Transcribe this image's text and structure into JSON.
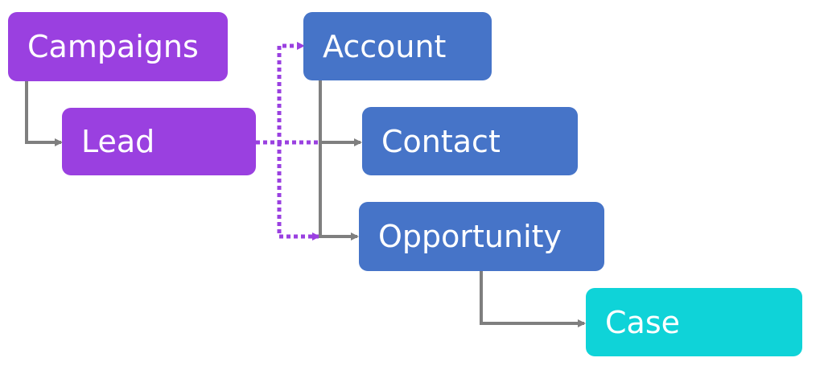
{
  "colors": {
    "purple": "#9a40e0",
    "blue": "#4674c8",
    "cyan": "#0fd3d8",
    "connector_gray": "#7f7f7f",
    "connector_purple": "#9a40e0"
  },
  "nodes": {
    "campaigns": {
      "label": "Campaigns",
      "color": "purple"
    },
    "lead": {
      "label": "Lead",
      "color": "purple"
    },
    "account": {
      "label": "Account",
      "color": "blue"
    },
    "contact": {
      "label": "Contact",
      "color": "blue"
    },
    "opportunity": {
      "label": "Opportunity",
      "color": "blue"
    },
    "case": {
      "label": "Case",
      "color": "cyan"
    }
  },
  "edges": [
    {
      "from": "campaigns",
      "to": "lead",
      "style": "solid"
    },
    {
      "from": "account",
      "to": "contact",
      "style": "solid"
    },
    {
      "from": "account",
      "to": "opportunity",
      "style": "solid"
    },
    {
      "from": "opportunity",
      "to": "case",
      "style": "solid"
    },
    {
      "from": "lead",
      "to": "account",
      "style": "dotted"
    },
    {
      "from": "lead",
      "to": "contact",
      "style": "dotted"
    },
    {
      "from": "lead",
      "to": "opportunity",
      "style": "dotted"
    }
  ]
}
